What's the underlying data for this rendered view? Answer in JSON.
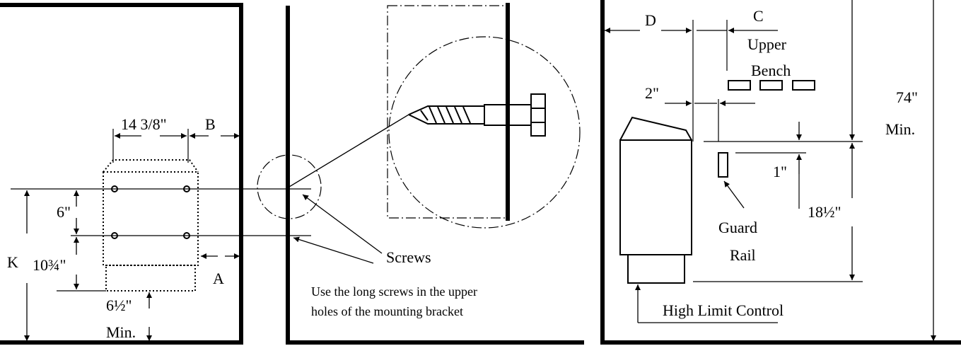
{
  "left_panel": {
    "width_dim": "14 3/8\"",
    "clearance_b": "B",
    "vertical_spacing": "6\"",
    "lower_height": "10¾\"",
    "clearance_a": "A",
    "mount_height": "K",
    "floor_min_value": "6½\"",
    "floor_min_label": "Min."
  },
  "middle_panel": {
    "callout_screws": "Screws",
    "note_line_1": "Use the long screws in the upper",
    "note_line_2": "holes of the mounting bracket"
  },
  "right_panel": {
    "clearance_d": "D",
    "clearance_c": "C",
    "bench_line_1": "Upper",
    "bench_line_2": "Bench",
    "rail_gap": "2\"",
    "ceiling_value": "74\"",
    "ceiling_label": "Min.",
    "rail_offset": "1\"",
    "rail_height": "18½\"",
    "rail_line_1": "Guard",
    "rail_line_2": "Rail",
    "control_label": "High Limit Control"
  }
}
